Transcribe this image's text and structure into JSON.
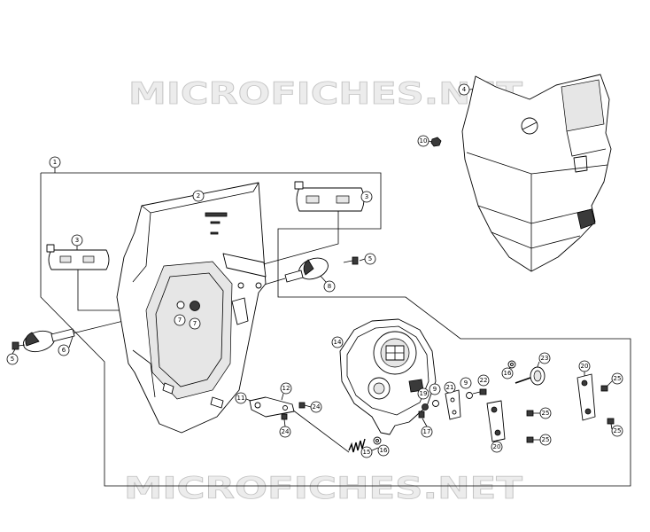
{
  "watermark": "MICROFICHES.NET",
  "callouts": [
    "1",
    "2",
    "3",
    "3",
    "4",
    "5",
    "5",
    "6",
    "7",
    "7",
    "8",
    "9",
    "9",
    "10",
    "11",
    "12",
    "14",
    "15",
    "16",
    "16",
    "17",
    "19",
    "20",
    "20",
    "21",
    "22",
    "23",
    "24",
    "24",
    "25",
    "25",
    "25",
    "25"
  ],
  "colors": {
    "background": "#ffffff",
    "line": "#000000",
    "watermark_fill": "#ececec",
    "watermark_stroke": "#c4c4c4"
  }
}
